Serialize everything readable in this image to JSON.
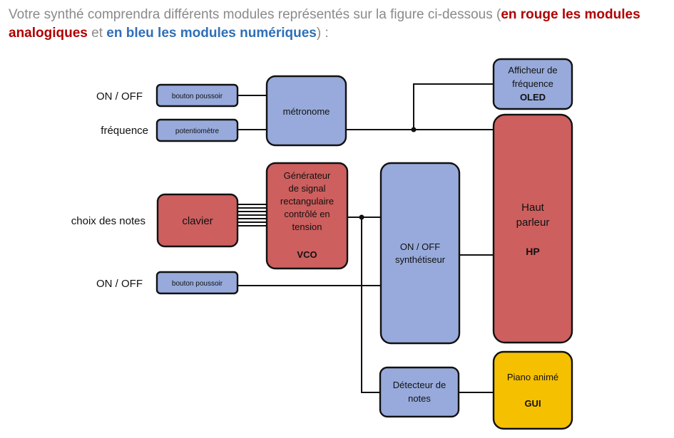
{
  "intro": {
    "part1": "Votre synthé comprendra différents modules représentés sur la figure ci-dessous (",
    "red_text": "en rouge les modules analogiques",
    "part2": " et ",
    "blue_text": "en bleu les modules numériques",
    "part3": ") :"
  },
  "colors": {
    "analog": "#cd5f5e",
    "digital": "#97aadb",
    "gui": "#f5c000",
    "red_text": "#b00000",
    "blue_text": "#2f6fb7"
  },
  "inputs": {
    "on_off_top": "ON / OFF",
    "frequence": "fréquence",
    "choix_notes": "choix des notes",
    "on_off_bottom": "ON / OFF"
  },
  "modules": {
    "bouton_poussoir_top": "bouton poussoir",
    "potentiometre": "potentiomètre",
    "metronome": "métronome",
    "clavier": "clavier",
    "vco_lines": [
      "Générateur",
      "de signal",
      "rectangulaire",
      "contrôlé en",
      "tension"
    ],
    "vco_tag": "VCO",
    "bouton_poussoir_bottom": "bouton poussoir",
    "synth_lines": [
      "ON / OFF",
      "synthétiseur"
    ],
    "detecteur_lines": [
      "Détecteur de",
      "notes"
    ],
    "afficheur_lines": [
      "Afficheur de",
      "fréquence"
    ],
    "afficheur_tag": "OLED",
    "hp_lines": [
      "Haut",
      "parleur"
    ],
    "hp_tag": "HP",
    "piano_line": "Piano animé",
    "piano_tag": "GUI"
  }
}
